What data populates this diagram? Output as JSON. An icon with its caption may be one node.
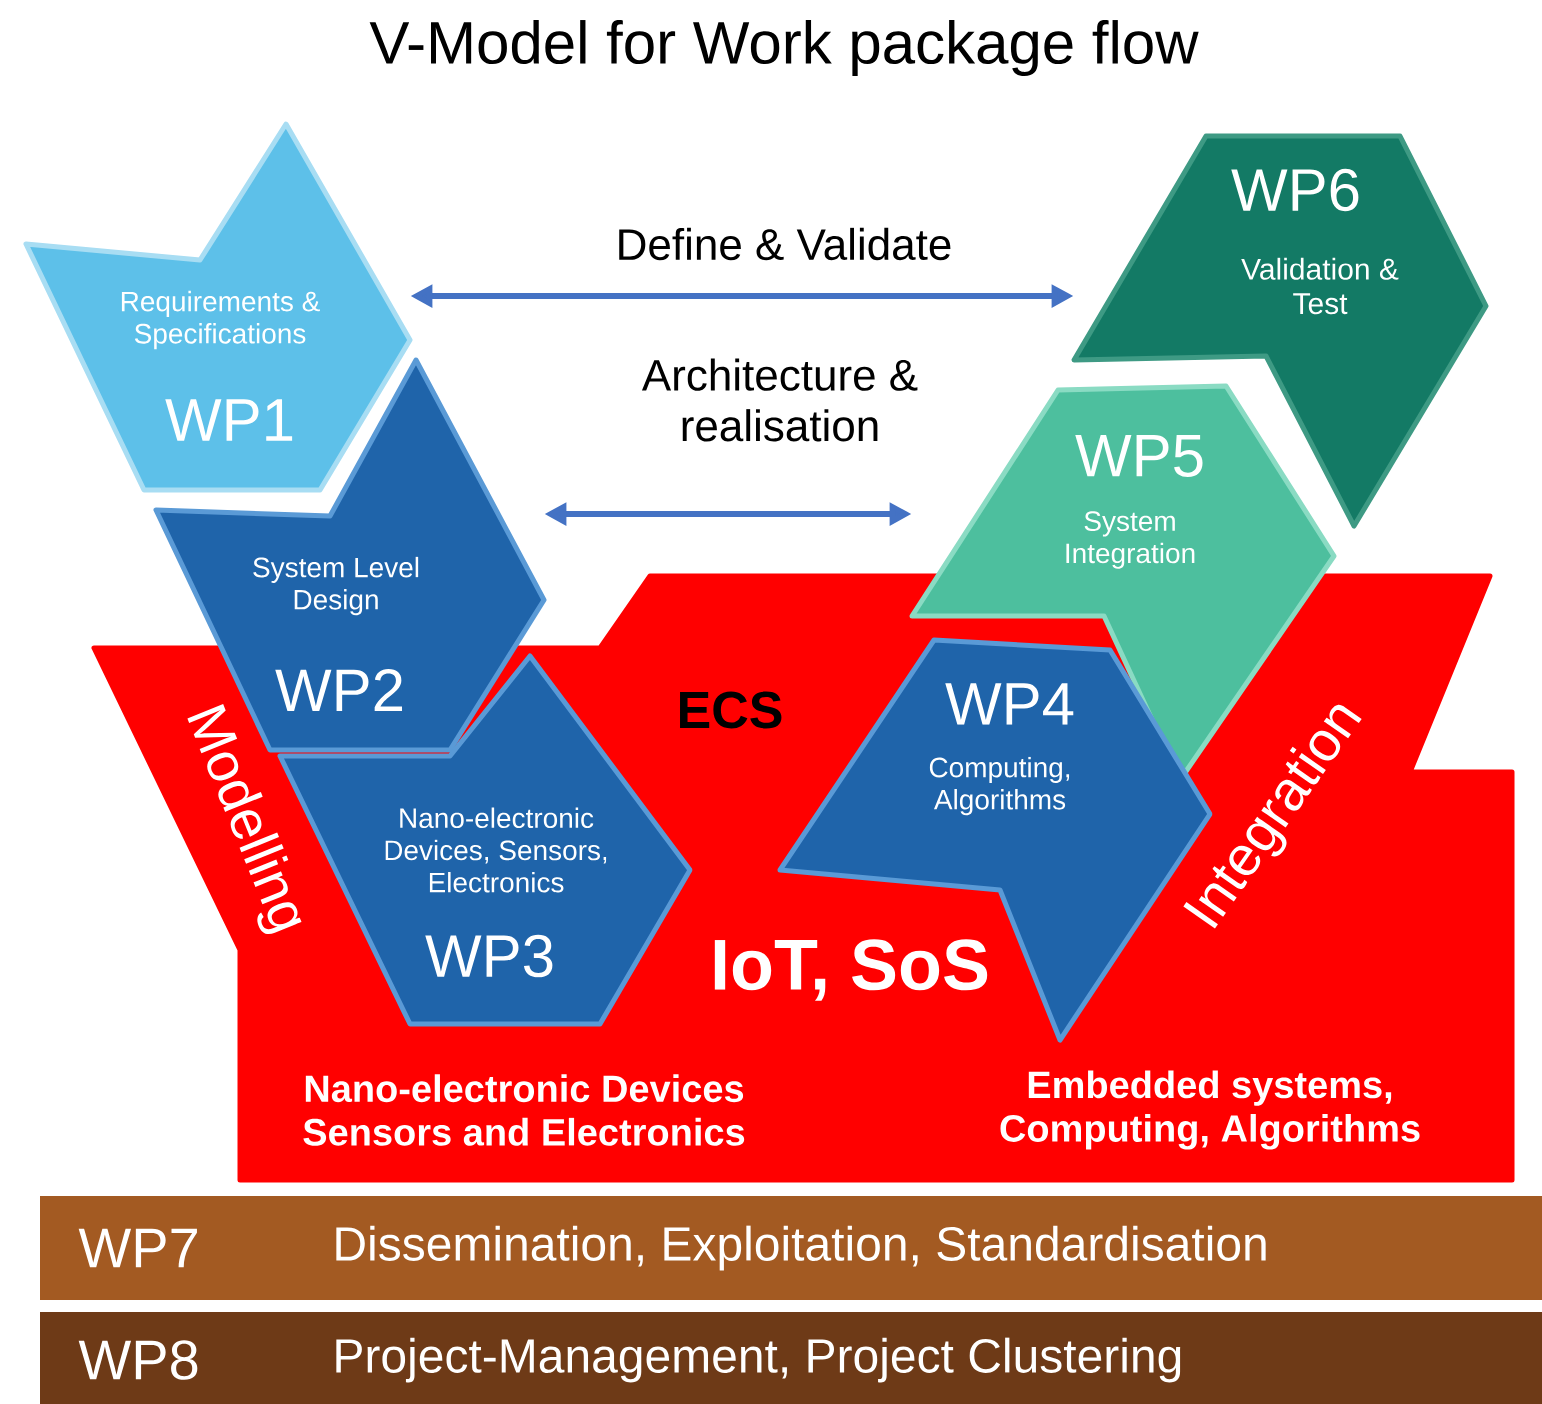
{
  "diagram": {
    "title": "V-Model for Work package flow",
    "nodes": [
      {
        "text": [
          "ECS",
          "IoT, SoS",
          "Modelling",
          "Integration",
          "Nano-electronic Devices Sensors and Electronics",
          "Embedded systems, Computing, Algorithms"
        ]
      },
      {
        "text": [
          "Requirements & Specifications",
          "WP1"
        ]
      },
      {
        "text": [
          "System Level Design",
          "WP2"
        ]
      },
      {
        "text": [
          "Nano-electronic Devices, Sensors, Electronics",
          "WP3"
        ],
        "in": 0
      },
      {
        "text": [
          "WP4",
          "Computing, Algorithms"
        ],
        "in": 0
      },
      {
        "text": [
          "WP5",
          "System Integration"
        ]
      },
      {
        "text": [
          "WP6",
          "Validation & Test"
        ]
      },
      {
        "text": [
          "WP7",
          "Dissemination, Exploitation, Standardisation"
        ]
      },
      {
        "text": [
          "WP8",
          "Project-Management, Project Clustering"
        ]
      }
    ],
    "edges": [
      {
        "from": 1,
        "to": 6,
        "arrow": "both",
        "label": "Define & Validate"
      },
      {
        "from": 2,
        "to": 5,
        "arrow": "both",
        "label": "Architecture & realisation"
      }
    ]
  }
}
